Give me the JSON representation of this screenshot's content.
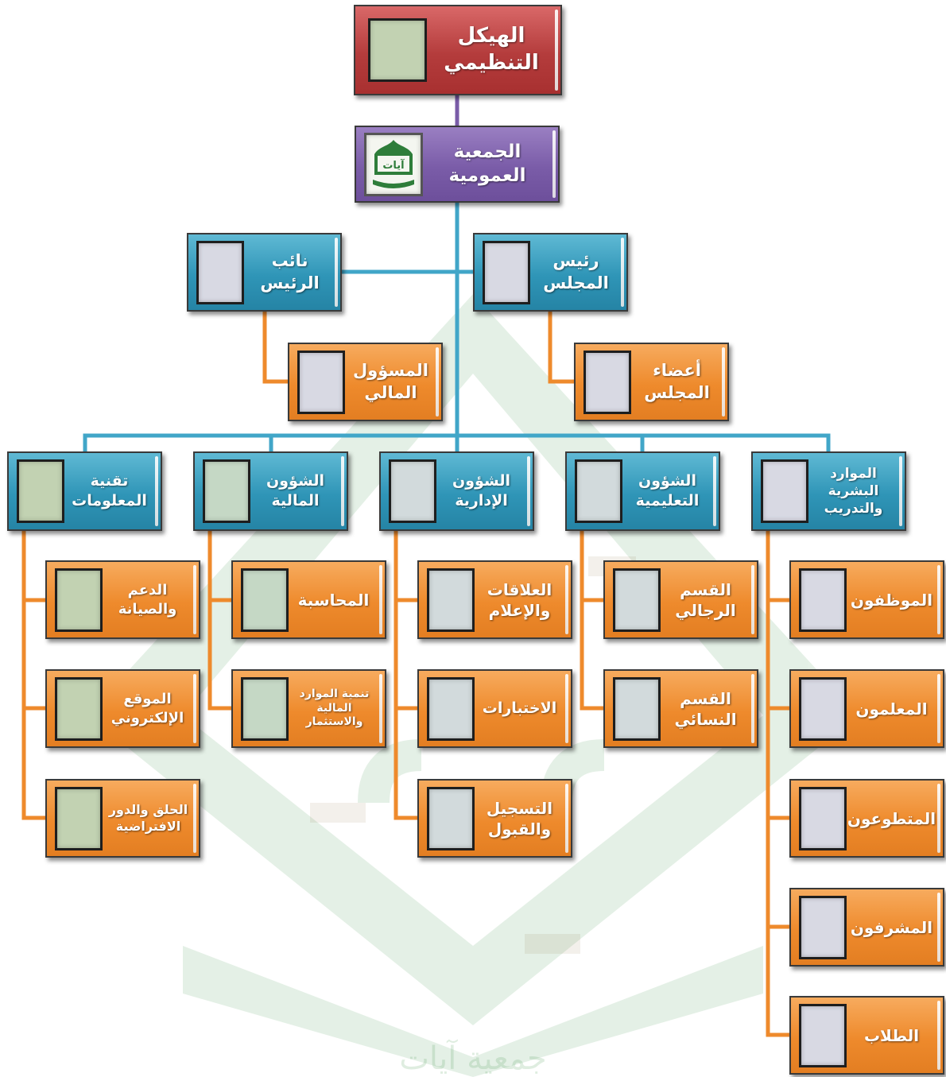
{
  "chart": {
    "title": [
      "الهيكل",
      "التنظيمي"
    ],
    "assembly": [
      "الجمعية",
      "العمومية"
    ],
    "assembly_logo_text": "آيات",
    "chairman": [
      "رئيس",
      "المجلس"
    ],
    "vice_chairman": [
      "نائب",
      "الرئيس"
    ],
    "board_members": [
      "أعضاء",
      "المجلس"
    ],
    "financial_officer": [
      "المسؤول",
      "المالي"
    ],
    "departments": [
      {
        "id": "hr",
        "label": [
          "الموارد",
          "البشرية",
          "والتدريب"
        ],
        "children": [
          [
            "الموظفون"
          ],
          [
            "المعلمون"
          ],
          [
            "المتطوعون"
          ],
          [
            "المشرفون"
          ],
          [
            "الطلاب"
          ]
        ]
      },
      {
        "id": "edu",
        "label": [
          "الشؤون",
          "التعليمية"
        ],
        "children": [
          [
            "القسم",
            "الرجالي"
          ],
          [
            "القسم",
            "النسائي"
          ]
        ]
      },
      {
        "id": "admin",
        "label": [
          "الشؤون",
          "الإدارية"
        ],
        "children": [
          [
            "العلاقات",
            "والإعلام"
          ],
          [
            "الاختبارات"
          ],
          [
            "التسجيل",
            "والقبول"
          ]
        ]
      },
      {
        "id": "fin",
        "label": [
          "الشؤون",
          "المالية"
        ],
        "children": [
          [
            "المحاسبة"
          ],
          [
            "تنمية الموارد",
            "المالية",
            "والاستثمار"
          ]
        ]
      },
      {
        "id": "it",
        "label": [
          "تقنية",
          "المعلومات"
        ],
        "children": [
          [
            "الدعم",
            "والصيانة"
          ],
          [
            "الموقع",
            "الإلكتروني"
          ],
          [
            "الحلق والدور",
            "الافتراضية"
          ]
        ]
      }
    ]
  },
  "watermark": {
    "letters": "آيات",
    "banner_text": "جمعية آيات"
  },
  "colors": {
    "title_box": "#b43c3c",
    "assembly_box": "#7a5ca8",
    "blue_box": "#2f95b7",
    "orange_box": "#ee8a2c",
    "connector_blue": "#41a6c8",
    "connector_orange": "#ee8a2c",
    "connector_purple": "#7a5ca8"
  }
}
